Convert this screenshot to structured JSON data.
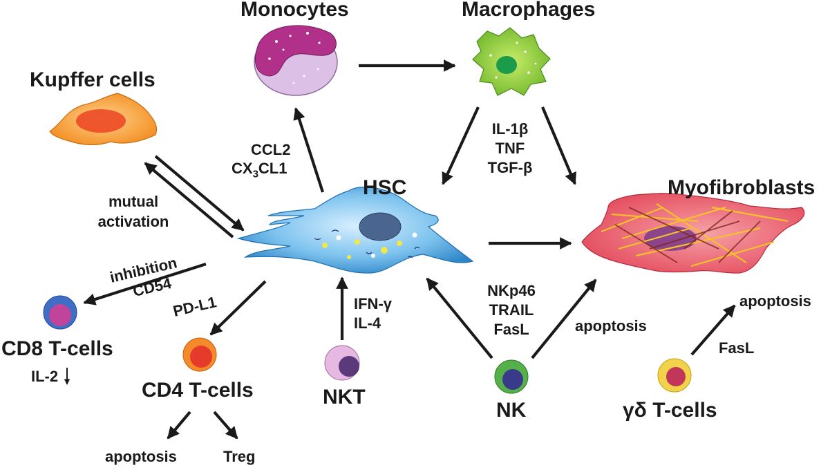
{
  "cells": {
    "monocytes": "Monocytes",
    "macrophages": "Macrophages",
    "kupffer": "Kupffer cells",
    "hsc": "HSC",
    "myofibroblasts": "Myofibroblasts",
    "cd8": "CD8 T-cells",
    "cd4": "CD4 T-cells",
    "nkt": "NKT",
    "nk": "NK",
    "gd": "γδ T-cells"
  },
  "labels": {
    "ccl2": "CCL2",
    "cx3cl1_pre": "CX",
    "cx3cl1_sub": "3",
    "cx3cl1_post": "CL1",
    "il1b": "IL-1β",
    "tnf": "TNF",
    "tgfb": "TGF-β",
    "mutual": "mutual",
    "activation": "activation",
    "inhibition": "inhibition",
    "cd54": "CD54",
    "pdl1": "PD-L1",
    "il2": "IL-2",
    "ifng": "IFN-γ",
    "il4": "IL-4",
    "nkp46": "NKp46",
    "trail": "TRAIL",
    "fasl_nk": "FasL",
    "apoptosis_nk": "apoptosis",
    "apoptosis_gd": "apoptosis",
    "fasl_gd": "FasL",
    "apoptosis_cd4": "apoptosis",
    "treg": "Treg"
  },
  "colors": {
    "arrow": "#1a1a1a",
    "hsc": "#4aa3e0",
    "monocyte": "#d9b3e0",
    "macrophage": "#8cc63f",
    "kupffer": "#f7a037",
    "myofibroblast": "#ec5a6b"
  }
}
